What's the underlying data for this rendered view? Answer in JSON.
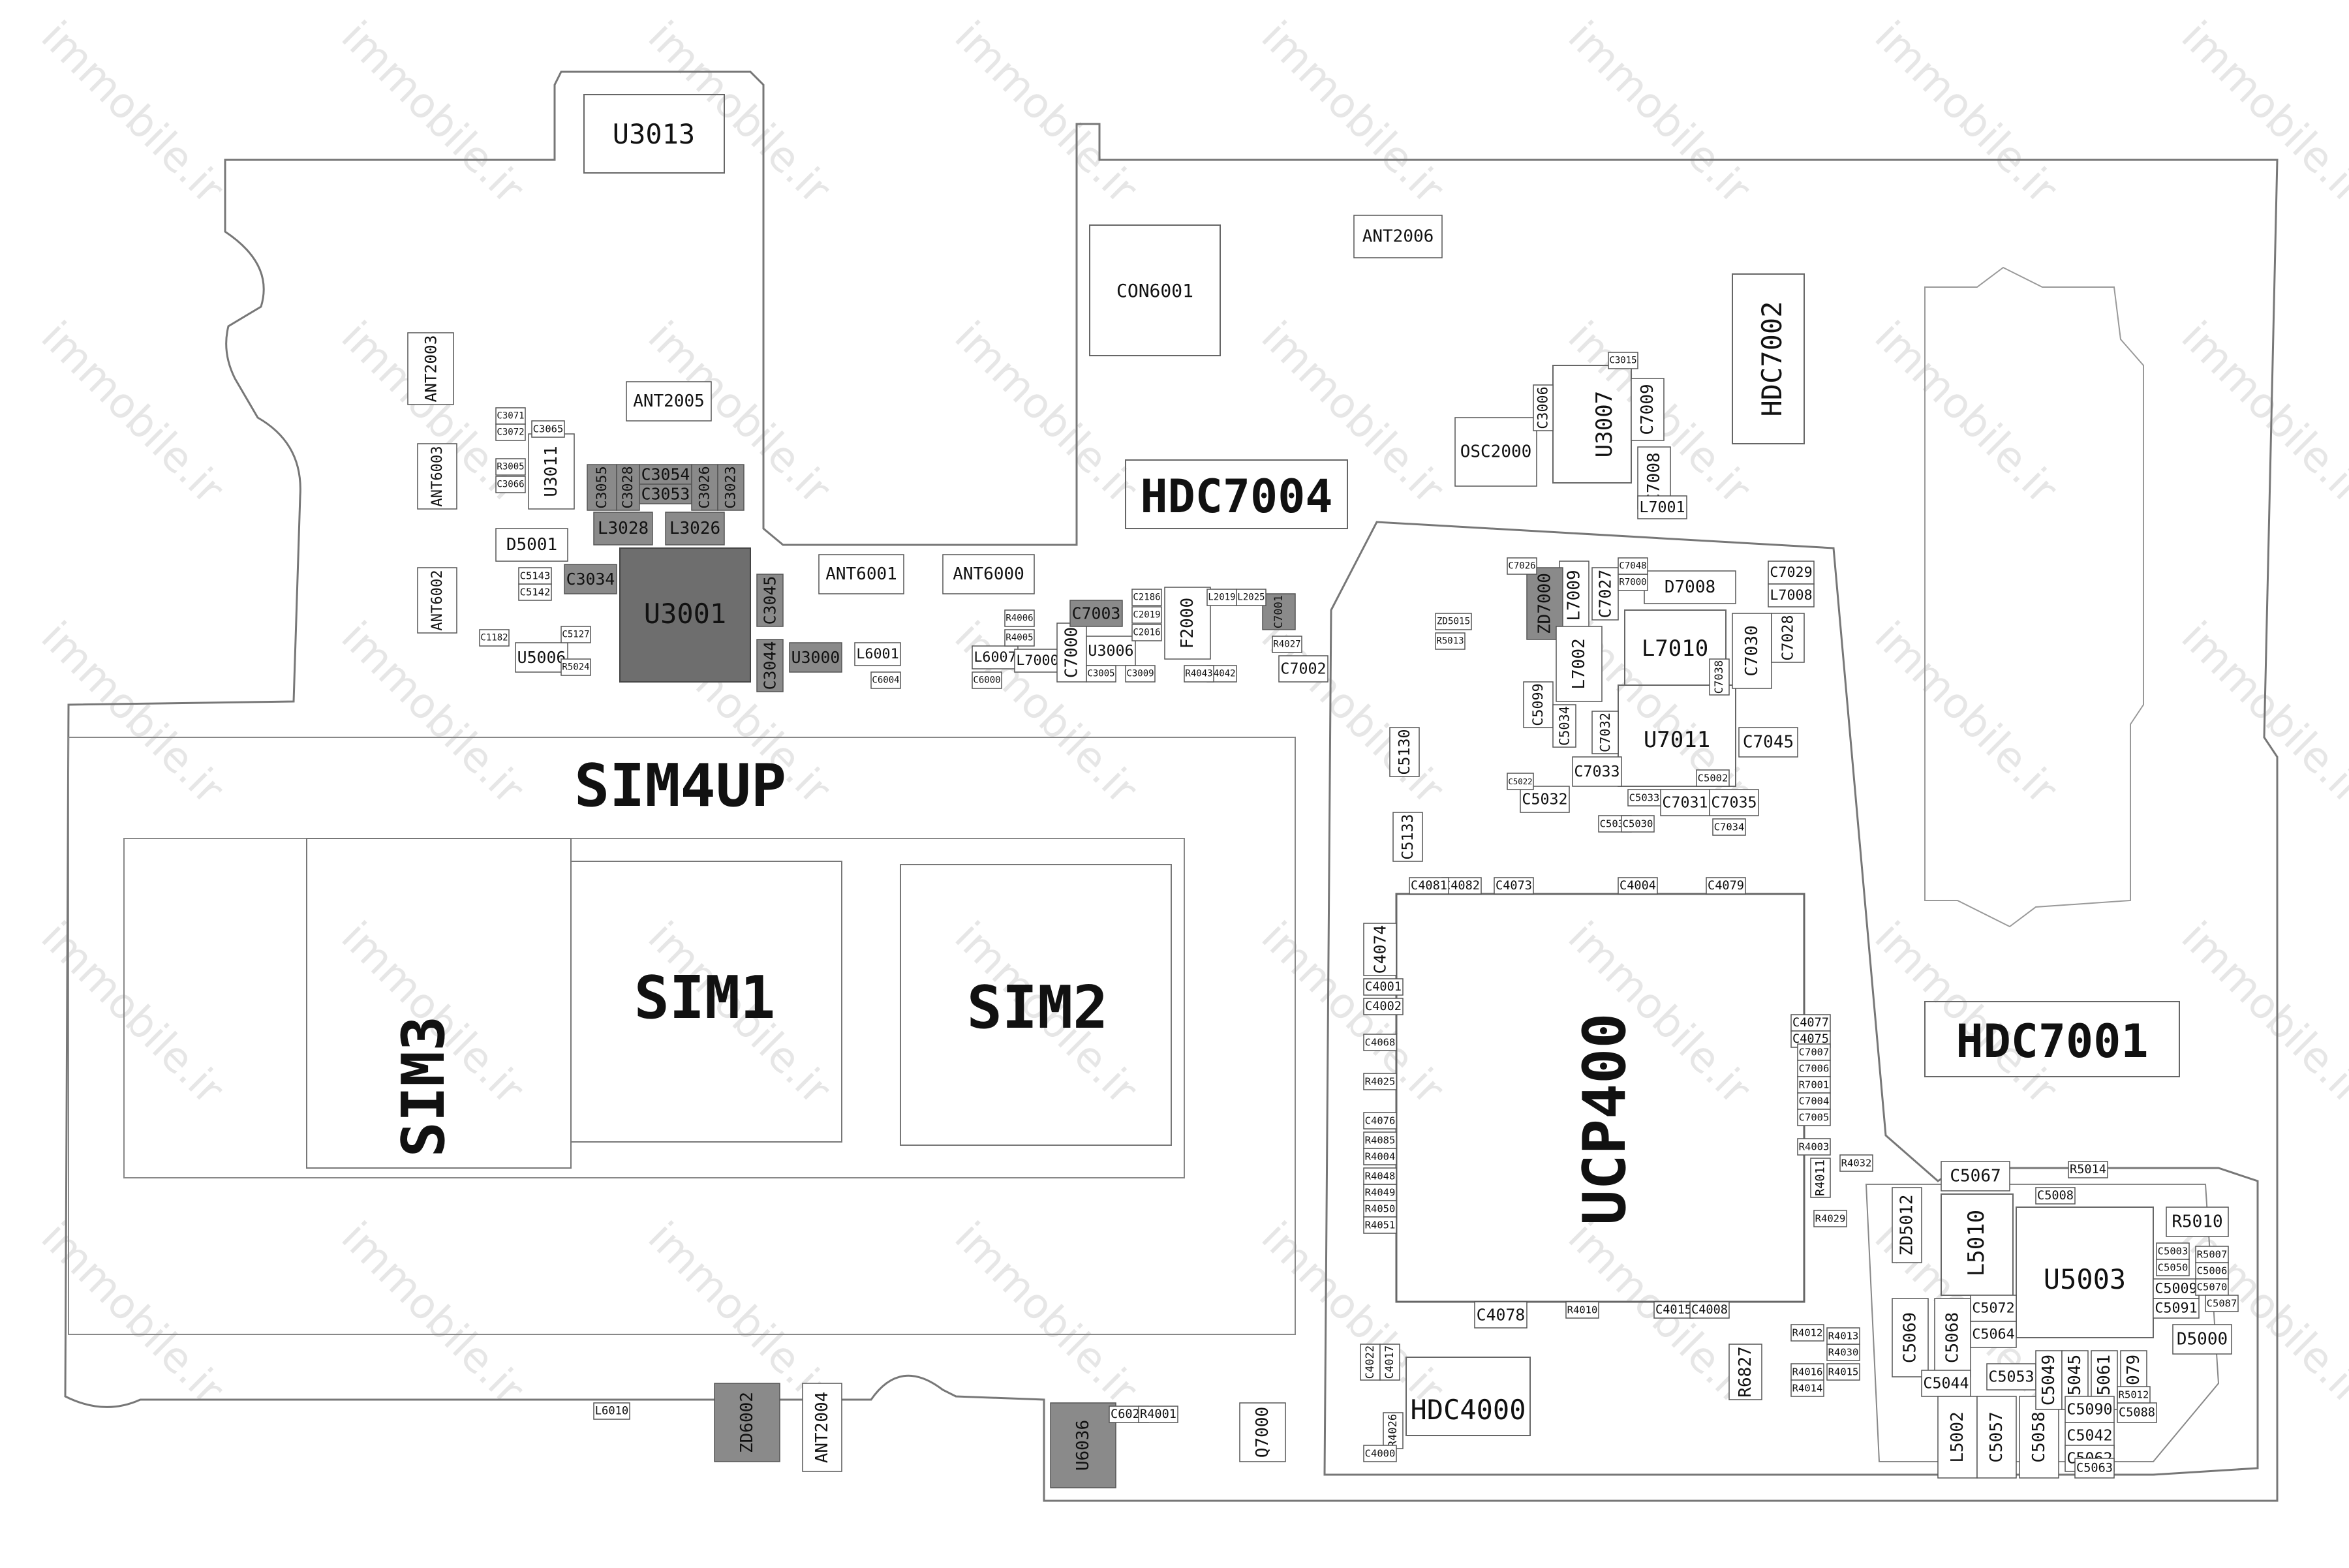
{
  "watermark": "immobile.ir",
  "big_labels": {
    "sim4up": "SIM4UP",
    "sim3": "SIM3",
    "sim1": "SIM1",
    "sim2": "SIM2",
    "ucp400": "UCP400",
    "hdc7004": "HDC7004",
    "hdc7001": "HDC7001",
    "hdc7002": "HDC7002",
    "hdc4000": "HDC4000",
    "u5003": "U5003",
    "u3001": "U3001",
    "u3013": "U3013",
    "u7011": "U7011",
    "l7010": "L7010",
    "l5010": "L5010",
    "u3007": "U3007",
    "con6001": "CON6001"
  },
  "components": {
    "c01": "ANT2003",
    "c02": "ANT6003",
    "c03": "ANT6002",
    "c04": "ANT2005",
    "c05": "ANT6001",
    "c06": "ANT6000",
    "c07": "ANT2006",
    "c08": "OSC2000",
    "c09": "D5001",
    "c10": "U3011",
    "c11": "C3034",
    "c12": "L3028",
    "c13": "L3026",
    "c14": "C3054",
    "c15": "C3053",
    "c16": "C3055",
    "c17": "C3028",
    "c18": "C3026",
    "c19": "C3023",
    "c20": "U5006",
    "c21": "C3045",
    "c22": "C3044",
    "c23": "U3000",
    "c24": "L6001",
    "c25": "L6007",
    "c26": "L7000",
    "c27": "C7000",
    "c28": "C7003",
    "c29": "U3006",
    "c30": "F2000",
    "c31": "C7001",
    "c32": "C7002",
    "c33": "D7008",
    "c34": "C7029",
    "c35": "L7008",
    "c36": "L7009",
    "c37": "C7027",
    "c38": "ZD7000",
    "c39": "L7002",
    "c40": "C7030",
    "c41": "C7028",
    "c42": "C5099",
    "c43": "C5034",
    "c44": "C7032",
    "c45": "C7033",
    "c46": "C7045",
    "c47": "C7031",
    "c48": "C7035",
    "c49": "C5032",
    "c50": "C5130",
    "c51": "C5133",
    "c52": "C7009",
    "c53": "C7008",
    "c54": "L7001",
    "c55": "C5067",
    "c56": "ZD5012",
    "c57": "R5010",
    "c58": "D5000",
    "c59": "C5069",
    "c60": "C5068",
    "c61": "C5072",
    "c62": "C5064",
    "c63": "C5053",
    "c64": "C5044",
    "c65": "L5002",
    "c66": "C5057",
    "c67": "C5058",
    "c68": "C5049",
    "c69": "C5045",
    "c70": "C5061",
    "c71": "C5079",
    "c72": "C5090",
    "c73": "C5042",
    "c74": "C5062",
    "c75": "C4078",
    "c76": "R6827",
    "c77": "ZD6002",
    "c78": "U6036",
    "c79": "Q7000",
    "c80": "ANT2004",
    "c81": "C4074",
    "c82": "L6010",
    "c83": "C6022",
    "c84": "R4001",
    "c85": "C5009",
    "c86": "C5091",
    "c87": "C5088",
    "c88": "C5063",
    "c89": "C4001",
    "c90": "C4002",
    "c91": "C4082",
    "c92": "C4077",
    "c93": "C4075",
    "c94": "C4015",
    "c95": "C4008",
    "c96": "C4079",
    "c97": "C4004",
    "c98": "C4073",
    "c99": "C4081",
    "c100": "C2186",
    "c101": "C2019",
    "c102": "C2016",
    "c103": "L2019",
    "c104": "L2025",
    "c105": "C3065",
    "c106": "C3071",
    "c107": "C3072",
    "c108": "C3066",
    "c109": "R3005",
    "c110": "C5127",
    "c111": "C5142",
    "c112": "C5143",
    "c113": "C1182",
    "c114": "R5024",
    "c115": "R4027",
    "c116": "R4042",
    "c117": "R4043",
    "c118": "C3005",
    "c119": "C3009",
    "c120": "C6004",
    "c121": "C6000",
    "c122": "R4006",
    "c123": "R4005",
    "c124": "C3015",
    "c125": "C3006",
    "c126": "R7000",
    "c127": "C7026",
    "c128": "C7048",
    "c129": "ZD5015",
    "c130": "R5013",
    "c131": "C5002",
    "c132": "C5033",
    "c133": "C5031",
    "c134": "C5030",
    "c135": "C5008",
    "c136": "R5014",
    "c137": "C5003",
    "c138": "C5050",
    "c139": "C5006",
    "c140": "C5070",
    "c141": "R5007",
    "c142": "R5012",
    "c143": "C5087",
    "c144": "C7007",
    "c145": "C7006",
    "c146": "R7001",
    "c147": "C7004",
    "c148": "C7005",
    "c149": "R4003",
    "c150": "R4032",
    "c151": "R4011",
    "c152": "R4029",
    "c153": "R4012",
    "c154": "R4030",
    "c155": "R4013",
    "c156": "R4016",
    "c157": "R4014",
    "c158": "R4015",
    "c159": "R4010",
    "c160": "R4049",
    "c161": "R4050",
    "c162": "R4051",
    "c163": "R4048",
    "c164": "R4025",
    "c165": "C4076",
    "c166": "R4085",
    "c167": "C4068",
    "c168": "C4022",
    "c169": "C4017",
    "c170": "R4026",
    "c171": "C4000",
    "c172": "C7034",
    "c173": "C7038",
    "c174": "C5022",
    "c175": "R4004"
  }
}
